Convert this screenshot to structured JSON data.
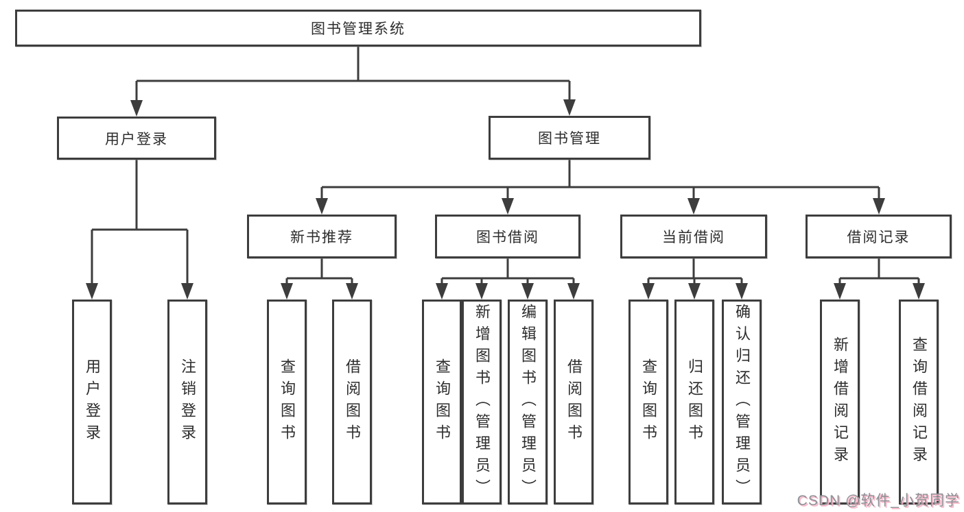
{
  "tree": {
    "label": "图书管理系统",
    "children": [
      {
        "label": "用户登录",
        "children": [
          {
            "label": "用户登录"
          },
          {
            "label": "注销登录"
          }
        ]
      },
      {
        "label": "图书管理",
        "children": [
          {
            "label": "新书推荐",
            "children": [
              {
                "label": "查询图书"
              },
              {
                "label": "借阅图书"
              }
            ]
          },
          {
            "label": "图书借阅",
            "children": [
              {
                "label": "查询图书"
              },
              {
                "label": "新增图书（管理员）"
              },
              {
                "label": "编辑图书（管理员）"
              },
              {
                "label": "借阅图书"
              }
            ]
          },
          {
            "label": "当前借阅",
            "children": [
              {
                "label": "查询图书"
              },
              {
                "label": "归还图书"
              },
              {
                "label": "确认归还（管理员）"
              }
            ]
          },
          {
            "label": "借阅记录",
            "children": [
              {
                "label": "新增借阅记录"
              },
              {
                "label": "查询借阅记录"
              }
            ]
          }
        ]
      }
    ]
  },
  "watermark": {
    "text": "CSDN @软件_小贺同学"
  },
  "colors": {
    "line": "#3d3d3d",
    "background": "#ffffff",
    "watermark_gray": "#8d9196",
    "watermark_pink": "#f6b2c4"
  }
}
